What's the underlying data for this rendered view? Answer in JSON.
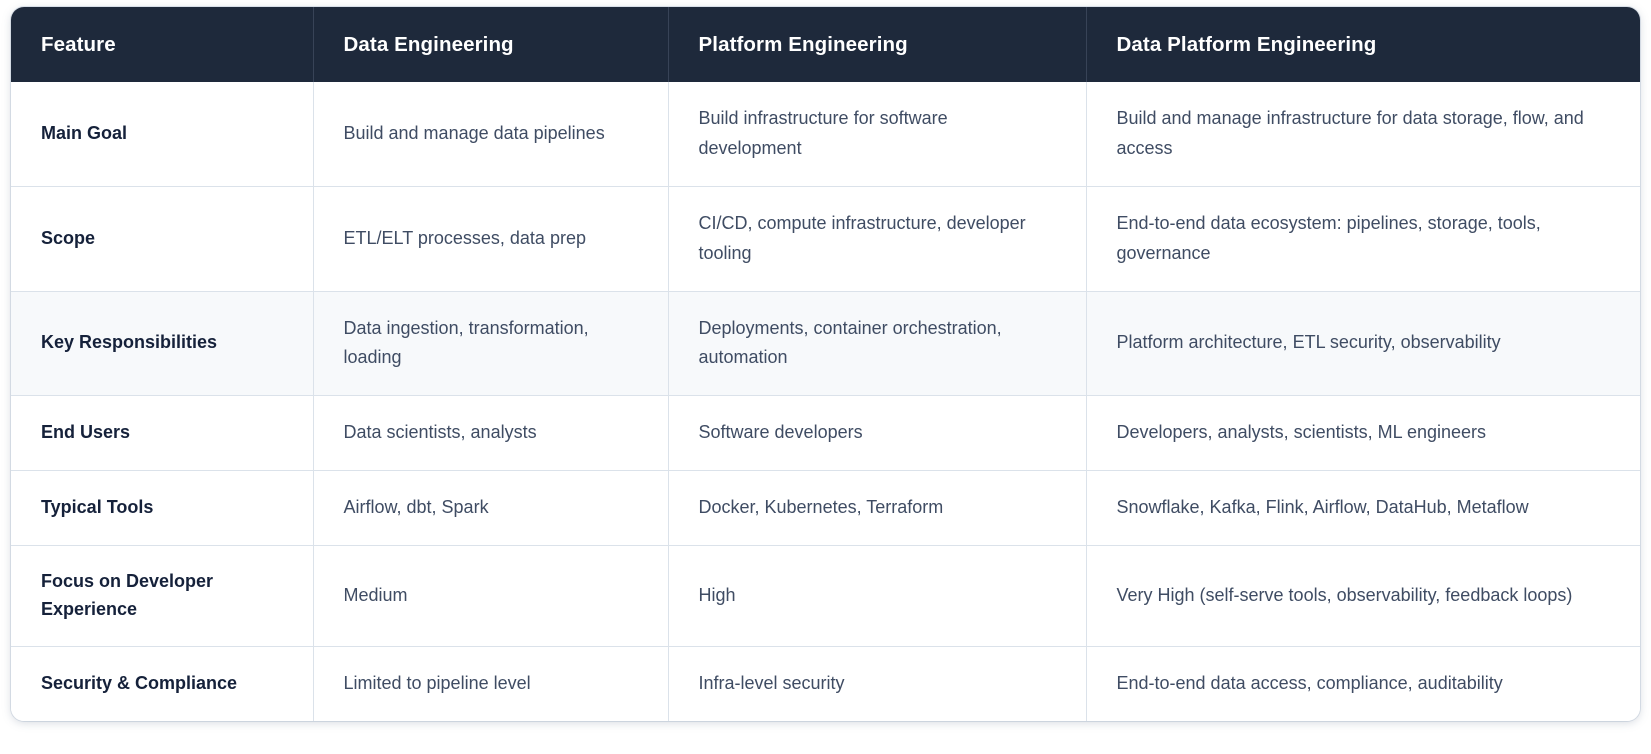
{
  "table": {
    "columns": [
      "Feature",
      "Data Engineering",
      "Platform Engineering",
      "Data Platform Engineering"
    ],
    "rows": [
      {
        "feature": "Main Goal",
        "data_engineering": "Build and manage data pipelines",
        "platform_engineering": "Build infrastructure for software development",
        "data_platform_engineering": "Build and manage infrastructure for data storage, flow, and access",
        "striped": false
      },
      {
        "feature": "Scope",
        "data_engineering": "ETL/ELT processes, data prep",
        "platform_engineering": "CI/CD, compute infrastructure, developer tooling",
        "data_platform_engineering": "End-to-end data ecosystem: pipelines, storage, tools, governance",
        "striped": false
      },
      {
        "feature": "Key Responsibilities",
        "data_engineering": "Data ingestion, transformation, loading",
        "platform_engineering": "Deployments, container orchestration, automation",
        "data_platform_engineering": "Platform architecture, ETL security, observability",
        "striped": true
      },
      {
        "feature": "End Users",
        "data_engineering": "Data scientists, analysts",
        "platform_engineering": "Software developers",
        "data_platform_engineering": "Developers, analysts, scientists, ML engineers",
        "striped": false
      },
      {
        "feature": "Typical Tools",
        "data_engineering": "Airflow, dbt, Spark",
        "platform_engineering": "Docker, Kubernetes, Terraform",
        "data_platform_engineering": "Snowflake, Kafka, Flink, Airflow, DataHub, Metaflow",
        "striped": false
      },
      {
        "feature": "Focus on Developer Experience",
        "data_engineering": "Medium",
        "platform_engineering": "High",
        "data_platform_engineering": "Very High (self-serve tools, observability, feedback loops)",
        "striped": false
      },
      {
        "feature": "Security & Compliance",
        "data_engineering": "Limited to pipeline level",
        "platform_engineering": "Infra-level security",
        "data_platform_engineering": "End-to-end data access, compliance, auditability",
        "striped": false
      }
    ]
  },
  "colors": {
    "header_background": "#1e293b",
    "header_text": "#ffffff",
    "body_text": "#3f4c63",
    "feature_text": "#15213a",
    "row_stripe": "#f7f9fb",
    "border": "#dbe2ea",
    "page_background": "#ffffff"
  }
}
